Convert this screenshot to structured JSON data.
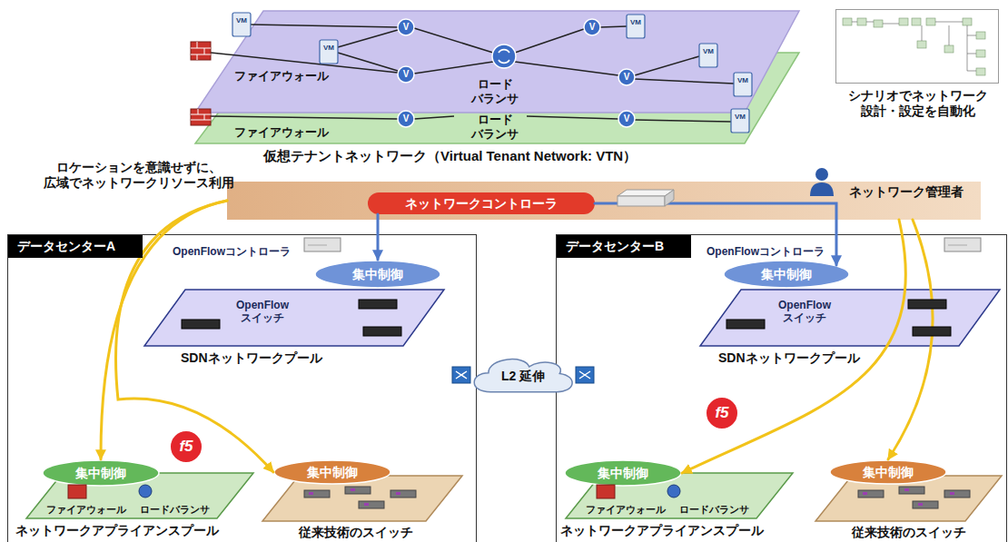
{
  "diagram": {
    "nodes": [
      {
        "text": [
          "ファイアウォール",
          "ロード バランサ"
        ]
      },
      {
        "text": [
          "ファイアウォール",
          "ロード バランサ"
        ]
      },
      {
        "text": [
          "シナリオでネットワーク 設計・設定を自動化"
        ]
      },
      {
        "text": [
          "ネットワーク管理者"
        ]
      },
      {
        "text": [
          "ネットワークコントローラ"
        ],
        "in": 3
      },
      {
        "text": [
          "データセンターA"
        ]
      },
      {
        "text": [
          "集中制御"
        ],
        "in": 5
      },
      {
        "text": [
          "OpenFlow スイッチ",
          "SDNネットワークプール"
        ],
        "in": 5
      },
      {
        "text": [
          "集中制御"
        ],
        "in": 5
      },
      {
        "text": [
          "ファイアウォール",
          "ロードバランサ",
          "ネットワークアプライアンスプール"
        ],
        "in": 5
      },
      {
        "text": [
          "集中制御"
        ],
        "in": 5
      },
      {
        "text": [
          "従来技術のスイッチ"
        ],
        "in": 5
      },
      {
        "text": [
          "L2 延伸"
        ]
      },
      {
        "text": [
          "データセンターB"
        ]
      },
      {
        "text": [
          "集中制御"
        ],
        "in": 13
      },
      {
        "text": [
          "OpenFlow スイッチ",
          "SDNネットワークプール"
        ],
        "in": 13
      },
      {
        "text": [
          "集中制御"
        ],
        "in": 13
      },
      {
        "text": [
          "ファイアウォール",
          "ロードバランサ",
          "ネットワークアプライアンスプール"
        ],
        "in": 13
      },
      {
        "text": [
          "集中制御"
        ],
        "in": 13
      },
      {
        "text": [
          "従来技術のスイッチ"
        ],
        "in": 13
      }
    ],
    "edges": [
      {
        "from": 4,
        "to": 6,
        "arrow": "to"
      },
      {
        "from": 4,
        "to": 14,
        "arrow": "to"
      },
      {
        "from": 3,
        "to": 8,
        "arrow": "to"
      },
      {
        "from": 3,
        "to": 10,
        "arrow": "to"
      },
      {
        "from": 3,
        "to": 16,
        "arrow": "to"
      },
      {
        "from": 3,
        "to": 18,
        "arrow": "to"
      }
    ],
    "labels": [
      "仮想テナントネットワーク（Virtual Tenant Network: VTN）",
      "ロケーションを意識せずに、 広域でネットワークリソース利用",
      "OpenFlowコントローラ",
      "OpenFlowコントローラ",
      "VM",
      "VM",
      "VM",
      "VM",
      "VM",
      "VM",
      "V",
      "V",
      "V",
      "V",
      "V",
      "V",
      "f5",
      "f5"
    ]
  }
}
